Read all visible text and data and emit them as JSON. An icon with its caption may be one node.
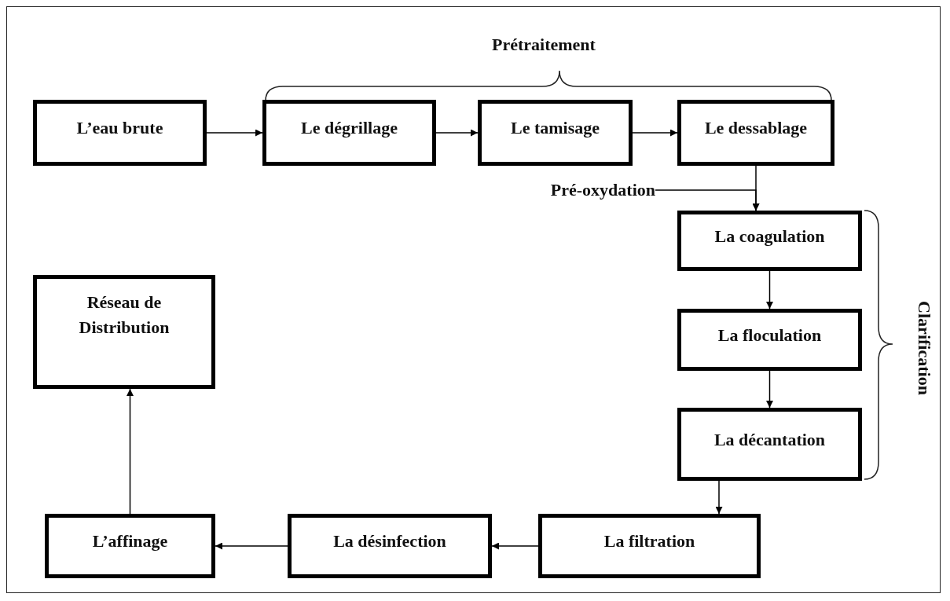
{
  "diagram": {
    "nodes": [
      {
        "text": [
          "L’eau brute"
        ]
      },
      {
        "text": [
          "Le dégrillage"
        ]
      },
      {
        "text": [
          "Le tamisage"
        ]
      },
      {
        "text": [
          "Le dessablage"
        ]
      },
      {
        "text": [
          "Pré-oxydation"
        ]
      },
      {
        "text": [
          "La coagulation"
        ]
      },
      {
        "text": [
          "La floculation"
        ]
      },
      {
        "text": [
          "La décantation"
        ]
      },
      {
        "text": [
          "La filtration"
        ]
      },
      {
        "text": [
          "La désinfection"
        ]
      },
      {
        "text": [
          "L’affinage"
        ]
      },
      {
        "text": [
          "Réseau de Distribution"
        ]
      }
    ],
    "edges": [
      {
        "from": 0,
        "to": 1,
        "arrow": "to"
      },
      {
        "from": 1,
        "to": 2,
        "arrow": "to"
      },
      {
        "from": 2,
        "to": 3,
        "arrow": "to"
      },
      {
        "from": 3,
        "to": 5,
        "arrow": "to"
      },
      {
        "from": 4,
        "to": 5,
        "arrow": "to"
      },
      {
        "from": 5,
        "to": 6,
        "arrow": "to"
      },
      {
        "from": 6,
        "to": 7,
        "arrow": "to"
      },
      {
        "from": 7,
        "to": 8,
        "arrow": "to"
      },
      {
        "from": 8,
        "to": 9,
        "arrow": "to"
      },
      {
        "from": 9,
        "to": 10,
        "arrow": "to"
      },
      {
        "from": 10,
        "to": 11,
        "arrow": "to"
      }
    ],
    "labels": [
      "Prétraitement",
      "Clarification"
    ]
  }
}
